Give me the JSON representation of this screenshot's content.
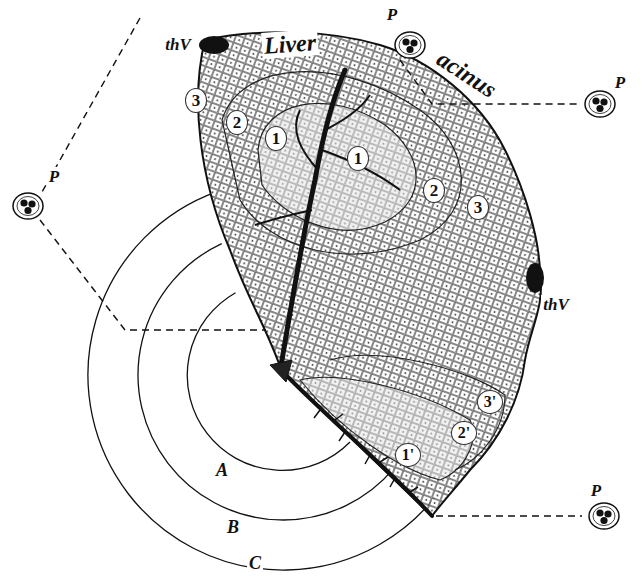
{
  "diagram": {
    "labels": [
      "Liver",
      "acinus",
      "thV",
      "thV",
      "P",
      "P",
      "P",
      "P",
      "3",
      "2",
      "1",
      "1",
      "2",
      "3",
      "1'",
      "2'",
      "3'",
      "A",
      "B",
      "C"
    ]
  }
}
